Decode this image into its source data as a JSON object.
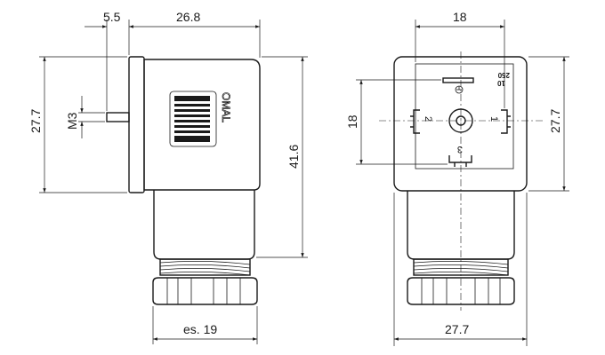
{
  "side_view": {
    "dim_pin_offset": "5.5",
    "dim_body_width": "26.8",
    "dim_height_upper": "27.7",
    "dim_thread": "M3",
    "dim_total_height": "41.6",
    "dim_nut": "es. 19",
    "logo_text": "OMAL"
  },
  "front_view": {
    "dim_top": "18",
    "dim_left": "18",
    "dim_right": "27.7",
    "dim_bottom": "27.7",
    "pin_1": "1",
    "pin_2": "2",
    "pin_3": "3",
    "rating_a": "10",
    "rating_b": "250"
  }
}
